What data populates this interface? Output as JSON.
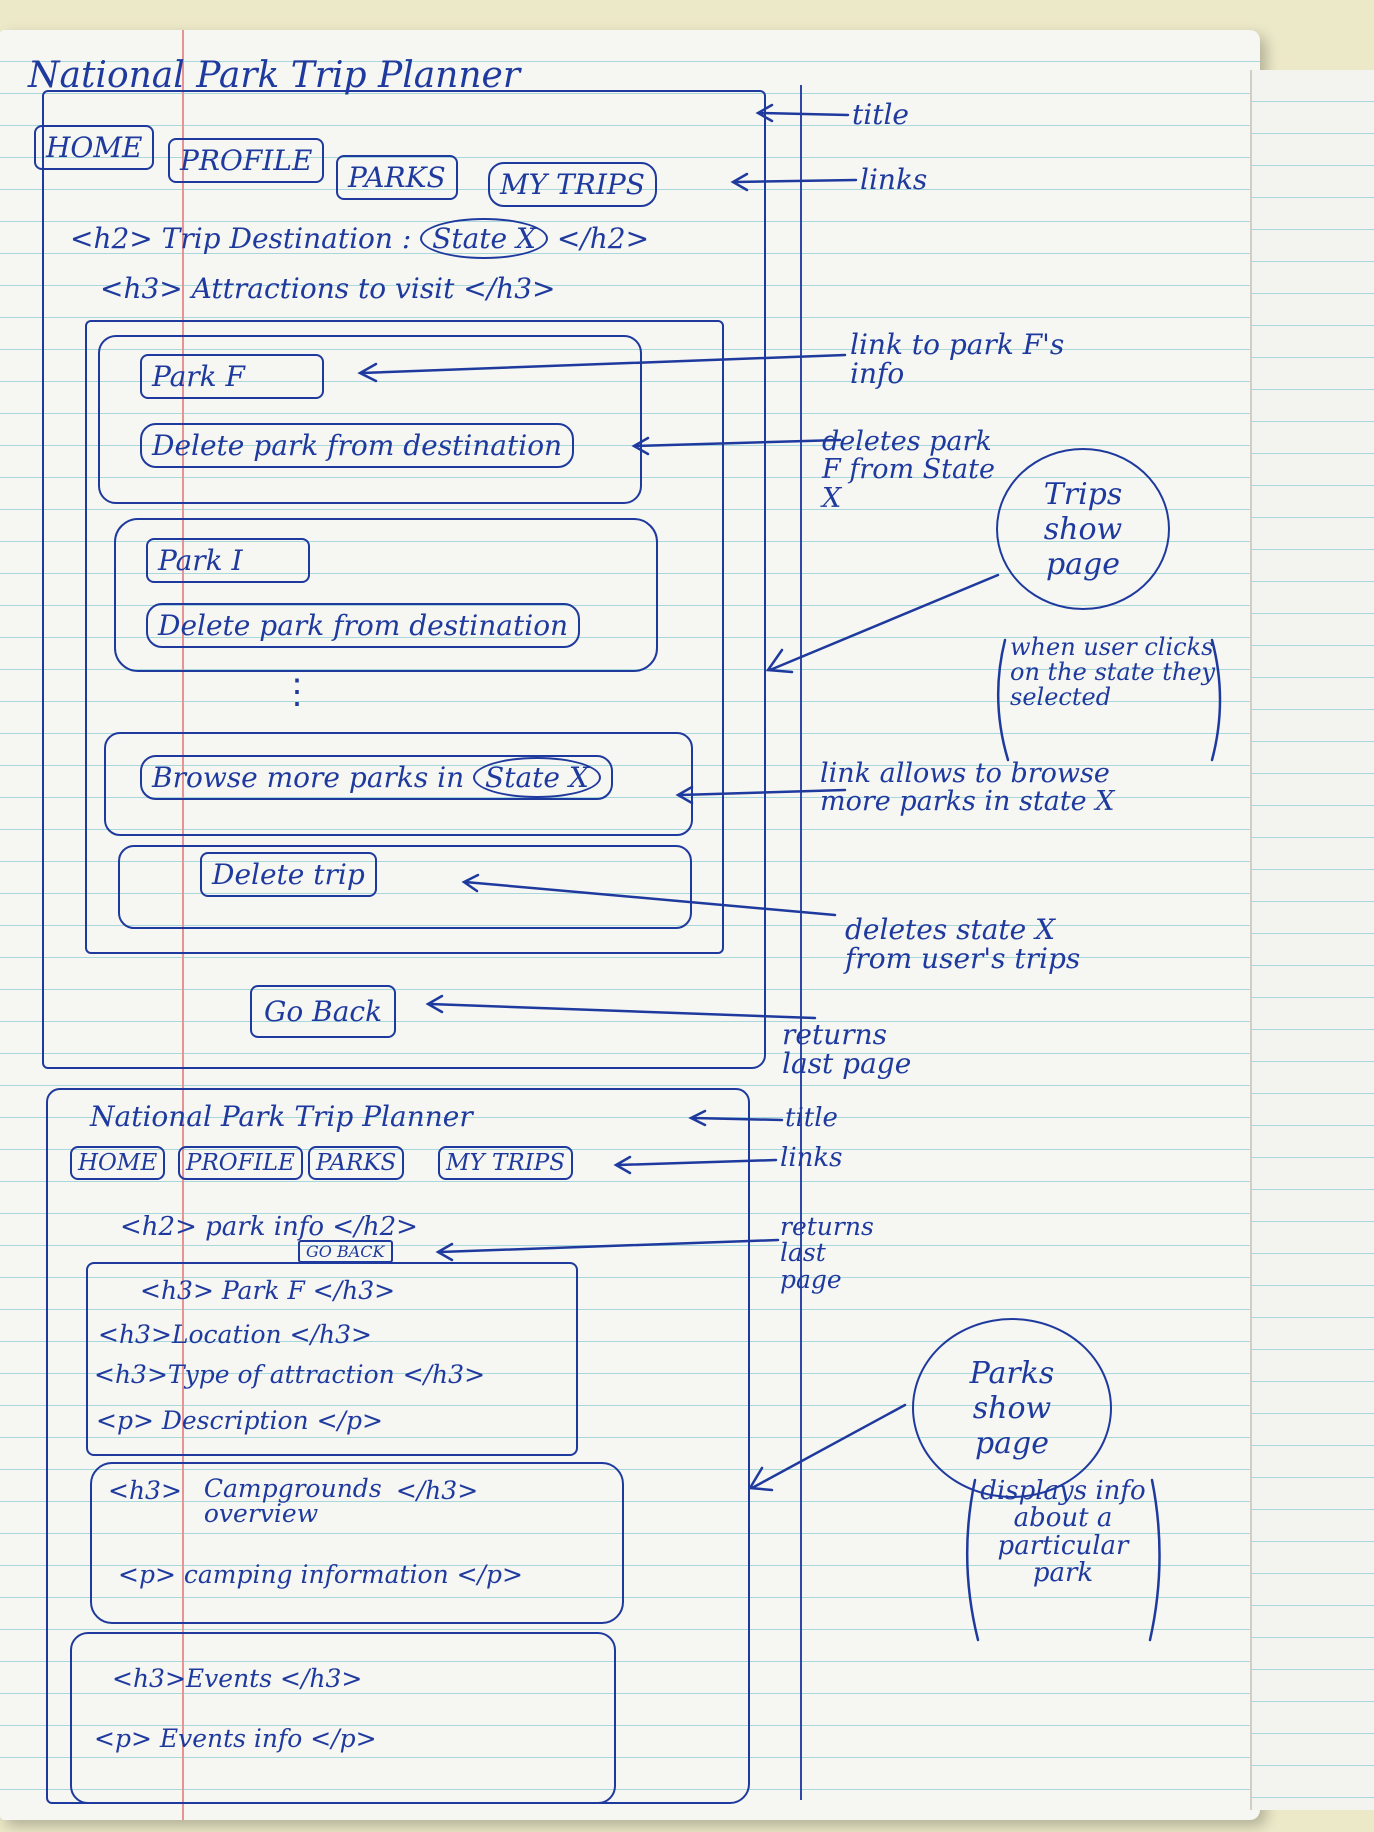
{
  "sketch1": {
    "title": "National Park Trip Planner",
    "nav": [
      "HOME",
      "PROFILE",
      "PARKS",
      "MY TRIPS"
    ],
    "h2_open": "<h2> Trip Destination :",
    "h2_state": "State X",
    "h2_close": "</h2>",
    "h3": "<h3> Attractions to visit </h3>",
    "park_f": "Park F",
    "delete_park_1": "Delete park from destination",
    "park_i": "Park I",
    "delete_park_2": "Delete park from destination",
    "ellipsis": "⋮",
    "browse_prefix": "Browse more parks in",
    "browse_state": "State X",
    "delete_trip": "Delete trip",
    "go_back": "Go Back"
  },
  "sketch1_notes": {
    "title": "title",
    "links": "links",
    "park_link": "link to park F's info",
    "delete_park": "deletes park F from State X",
    "page_name": "Trips show page",
    "when_note": "when user clicks on the state they selected",
    "browse_note": "link allows to browse more parks in state X",
    "delete_trip_note": "deletes state X from user's trips",
    "go_back_note": "returns last page"
  },
  "sketch2": {
    "title": "National Park Trip Planner",
    "nav": [
      "HOME",
      "PROFILE",
      "PARKS",
      "MY TRIPS"
    ],
    "h2": "<h2> park info </h2>",
    "go_back": "GO BACK",
    "park_h3": "<h3> Park F </h3>",
    "location": "<h3>Location </h3>",
    "type": "<h3>Type of attraction </h3>",
    "description": "<p> Description </p>",
    "camp_h3_open": "<h3>",
    "camp_title": "Campgrounds overview",
    "camp_h3_close": "</h3>",
    "camp_p": "<p> camping information </p>",
    "events_h3": "<h3>Events </h3>",
    "events_p": "<p> Events info </p>"
  },
  "sketch2_notes": {
    "title": "title",
    "links": "links",
    "go_back_note": "returns last page",
    "page_name": "Parks show page",
    "display_note": "displays info about a particular park"
  },
  "colors": {
    "ink": "#1f3a9e",
    "paper": "#f6f6f2",
    "rule": "#a9d8dc",
    "margin": "#e79393"
  }
}
